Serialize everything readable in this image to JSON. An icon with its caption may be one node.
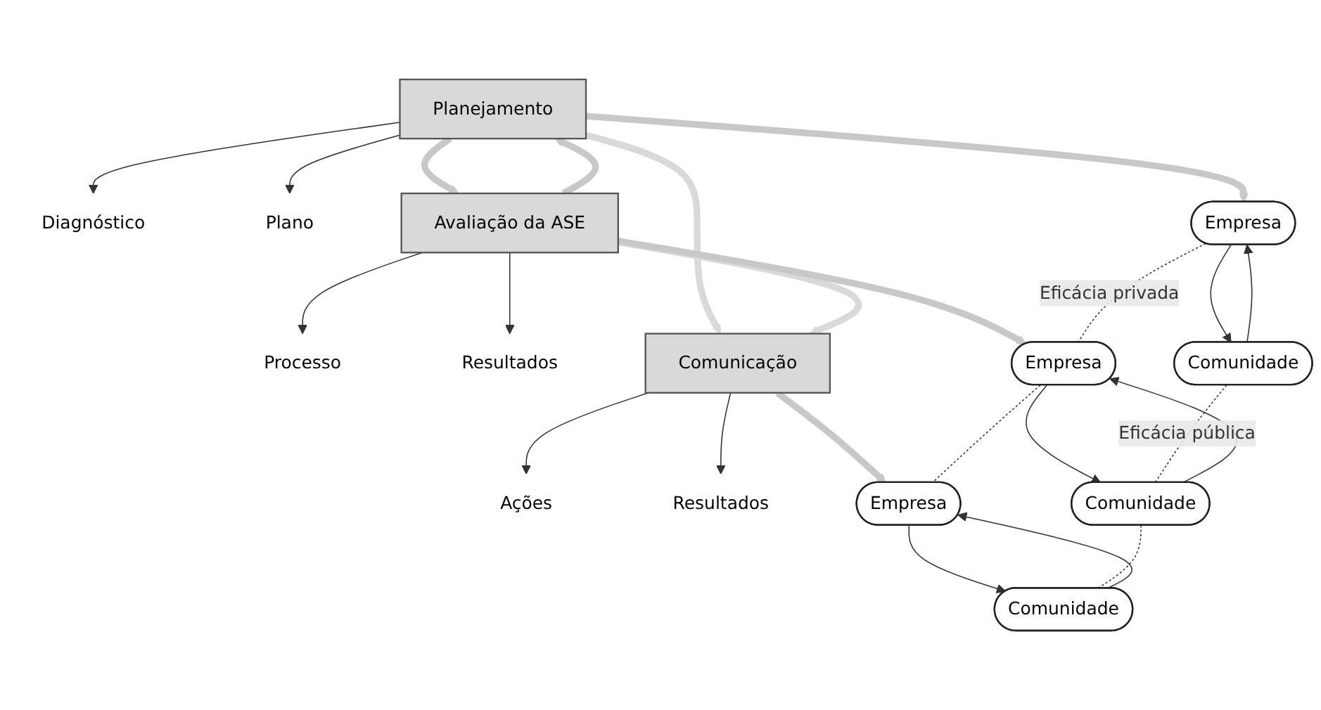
{
  "diagram": {
    "nodes": [
      {
        "text": [
          "Diagnóstico"
        ]
      },
      {
        "text": [
          "Plano"
        ]
      },
      {
        "text": [
          "Processo"
        ]
      },
      {
        "text": [
          "Resultados"
        ]
      },
      {
        "text": [
          "Ações"
        ]
      },
      {
        "text": [
          "Resultados"
        ]
      },
      {
        "text": [
          "Planejamento"
        ]
      },
      {
        "text": [
          "Avaliação da ASE"
        ]
      },
      {
        "text": [
          "Comunicação"
        ]
      },
      {
        "text": [
          "Empresa"
        ]
      },
      {
        "text": [
          "Empresa"
        ]
      },
      {
        "text": [
          "Empresa"
        ]
      },
      {
        "text": [
          "Comunidade"
        ]
      },
      {
        "text": [
          "Comunidade"
        ]
      },
      {
        "text": [
          "Comunidade"
        ]
      }
    ],
    "edges": [
      {
        "from": 6,
        "to": 0,
        "arrow": "to"
      },
      {
        "from": 6,
        "to": 1,
        "arrow": "to"
      },
      {
        "from": 7,
        "to": 2,
        "arrow": "to"
      },
      {
        "from": 7,
        "to": 3,
        "arrow": "to"
      },
      {
        "from": 8,
        "to": 4,
        "arrow": "to"
      },
      {
        "from": 8,
        "to": 5,
        "arrow": "to"
      },
      {
        "from": 6,
        "to": 7,
        "arrow": "to",
        "style": "thick",
        "color": "#c8c8c8"
      },
      {
        "from": 7,
        "to": 6,
        "arrow": "to",
        "style": "thick",
        "color": "#c8c8c8"
      },
      {
        "from": 6,
        "to": 8,
        "arrow": "to",
        "style": "thick",
        "color": "#d9d9d9"
      },
      {
        "from": 7,
        "to": 8,
        "arrow": "to",
        "style": "thick",
        "color": "#d9d9d9"
      },
      {
        "from": 6,
        "to": 9,
        "arrow": "to",
        "style": "thick",
        "color": "#c8c8c8"
      },
      {
        "from": 7,
        "to": 10,
        "arrow": "to",
        "style": "thick",
        "color": "#c8c8c8"
      },
      {
        "from": 8,
        "to": 11,
        "arrow": "to",
        "style": "thick",
        "color": "#c8c8c8"
      },
      {
        "from": 9,
        "to": 12,
        "arrow": "to"
      },
      {
        "from": 12,
        "to": 9,
        "arrow": "to"
      },
      {
        "from": 10,
        "to": 13,
        "arrow": "to"
      },
      {
        "from": 13,
        "to": 10,
        "arrow": "to"
      },
      {
        "from": 11,
        "to": 14,
        "arrow": "to"
      },
      {
        "from": 14,
        "to": 11,
        "arrow": "to"
      },
      {
        "from": 9,
        "to": 10,
        "arrow": "none",
        "style": "dashed",
        "label": "Eficácia privada"
      },
      {
        "from": 10,
        "to": 11,
        "arrow": "none",
        "style": "dashed"
      },
      {
        "from": 12,
        "to": 13,
        "arrow": "none",
        "style": "dashed",
        "label": "Eficácia pública"
      },
      {
        "from": 13,
        "to": 14,
        "arrow": "none",
        "style": "dashed"
      }
    ]
  }
}
